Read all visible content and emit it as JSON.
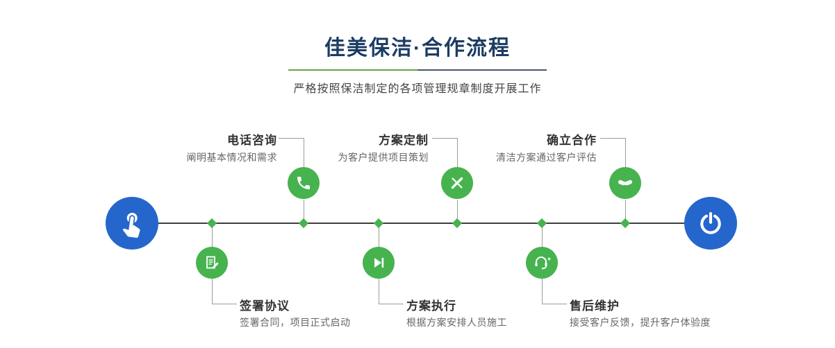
{
  "header": {
    "title": "佳美保洁·合作流程",
    "subtitle": "严格按照保洁制定的各项管理规章制度开展工作"
  },
  "steps": [
    {
      "label": "电话咨询",
      "desc": "阐明基本情况和需求",
      "icon": "phone-icon",
      "position": "top"
    },
    {
      "label": "签署协议",
      "desc": "签署合同，项目正式启动",
      "icon": "contract-icon",
      "position": "bottom"
    },
    {
      "label": "方案定制",
      "desc": "为客户提供项目策划",
      "icon": "design-icon",
      "position": "top"
    },
    {
      "label": "方案执行",
      "desc": "根据方案安排人员施工",
      "icon": "play-icon",
      "position": "bottom"
    },
    {
      "label": "确立合作",
      "desc": "清洁方案通过客户评估",
      "icon": "handshake-icon",
      "position": "top"
    },
    {
      "label": "售后维护",
      "desc": "接受客户反馈，提升客户体验度",
      "icon": "headset-icon",
      "position": "bottom"
    }
  ],
  "terminals": {
    "start_icon": "pointing-hand-icon",
    "end_icon": "power-icon"
  },
  "colors": {
    "step_green": "#47b34f",
    "terminal_blue": "#2566cc",
    "title_navy": "#1c3c63",
    "underline_green": "#6fa33e",
    "underline_slate": "#47566c"
  }
}
